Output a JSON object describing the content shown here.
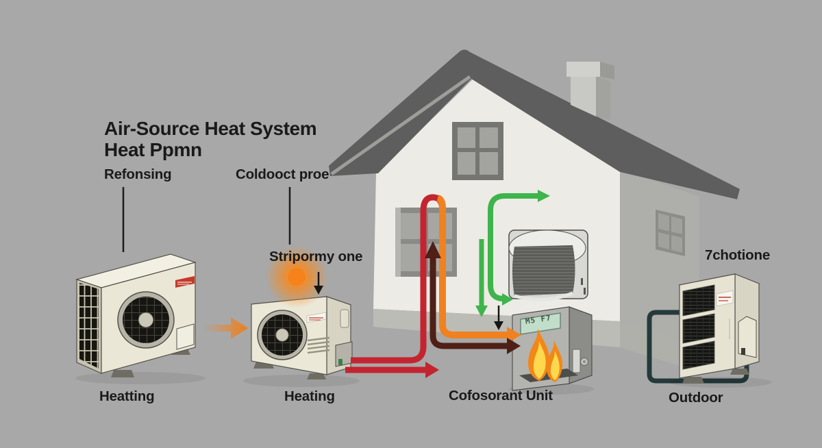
{
  "title": {
    "line1": "Air-Source Heat System",
    "line2": "Heat Ppmn"
  },
  "callouts": {
    "left": "Refonsing",
    "middle": "Coldooct proe",
    "middle_sub": "Stripormy one",
    "right": "7chotione"
  },
  "captions": {
    "left_unit": "Heatting",
    "middle_unit": "Heating",
    "burner_unit": "Cofosorant Unit",
    "right_unit": "Outdoor"
  },
  "burner_display": {
    "lcd_text": "M5 F7"
  },
  "icons": {
    "fan-icon": "circular grille (svg circle + grid)",
    "flame-icon": "flame shape (svg path)",
    "arrow-right-icon": "triangle head right",
    "arrow-up-icon": "triangle head up",
    "arrow-down-icon": "triangle head down",
    "glow-icon": "orange radial glow"
  },
  "colors": {
    "background": "#a8a8a8",
    "roof": "#5e5e5e",
    "front_wall": "#ecebe5",
    "side_wall": "#aeaeaa",
    "unit_body": "#eae7d7",
    "hot_pipe_red": "#c42430",
    "hot_pipe_orange": "#f08120",
    "return_pipe_maroon": "#4e2017",
    "airflow_green": "#3eb44c",
    "outdoor_pipe_teal": "#243a3b",
    "glow_orange": "#ff8c1a",
    "flame_yellow": "#ffd84d",
    "badge_red": "#c43a2a",
    "label_text": "#1a1a1a"
  }
}
